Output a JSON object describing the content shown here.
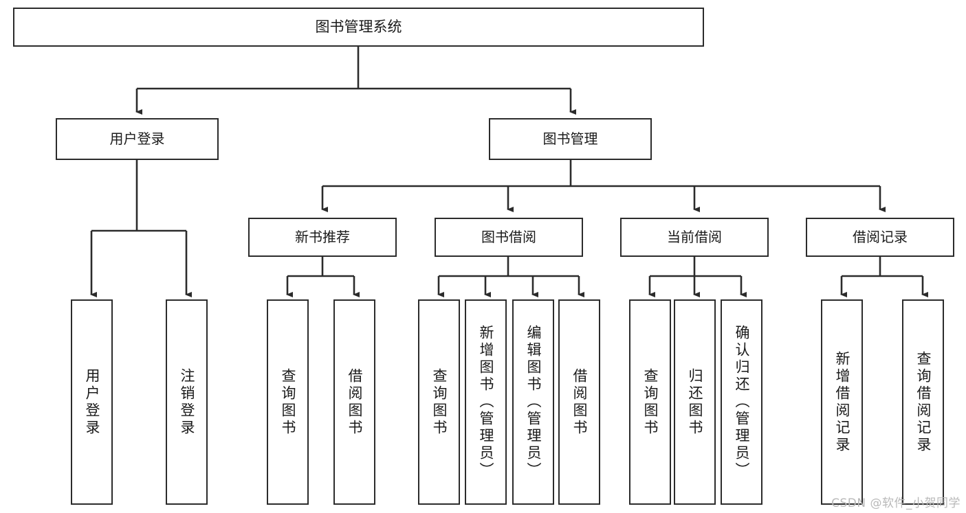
{
  "diagram": {
    "type": "tree-hierarchy-flowchart",
    "title": "图书管理系统",
    "watermark": "CSDN @软件_小贺同学",
    "colors": {
      "background": "#ffffff",
      "box_border": "#2b2b2b",
      "box_fill": "#ffffff",
      "connector": "#2b2b2b",
      "text": "#1a1a1a",
      "watermark": "#b9b9b9"
    },
    "levels": {
      "root": {
        "label": "图书管理系统"
      },
      "level2": [
        {
          "id": "user-login",
          "label": "用户登录"
        },
        {
          "id": "book-management",
          "label": "图书管理"
        }
      ],
      "level3": [
        {
          "id": "new-book-recommend",
          "label": "新书推荐"
        },
        {
          "id": "book-borrow",
          "label": "图书借阅"
        },
        {
          "id": "current-borrow",
          "label": "当前借阅"
        },
        {
          "id": "borrow-record",
          "label": "借阅记录"
        }
      ],
      "leaves": {
        "user-login": [
          {
            "id": "leaf-user-login",
            "label": "用户登录"
          },
          {
            "id": "leaf-logout-login",
            "label": "注销登录"
          }
        ],
        "new-book-recommend": [
          {
            "id": "leaf-query-book-1",
            "label": "查询图书"
          },
          {
            "id": "leaf-borrow-book-1",
            "label": "借阅图书"
          }
        ],
        "book-borrow": [
          {
            "id": "leaf-query-book-2",
            "label": "查询图书"
          },
          {
            "id": "leaf-add-book",
            "label": "新增图书（管理员）"
          },
          {
            "id": "leaf-edit-book",
            "label": "编辑图书（管理员）"
          },
          {
            "id": "leaf-borrow-book-2",
            "label": "借阅图书"
          }
        ],
        "current-borrow": [
          {
            "id": "leaf-query-book-3",
            "label": "查询图书"
          },
          {
            "id": "leaf-return-book",
            "label": "归还图书"
          },
          {
            "id": "leaf-confirm-return",
            "label": "确认归还（管理员）"
          }
        ],
        "borrow-record": [
          {
            "id": "leaf-add-record",
            "label": "新增借阅记录"
          },
          {
            "id": "leaf-query-record",
            "label": "查询借阅记录"
          }
        ]
      }
    }
  }
}
